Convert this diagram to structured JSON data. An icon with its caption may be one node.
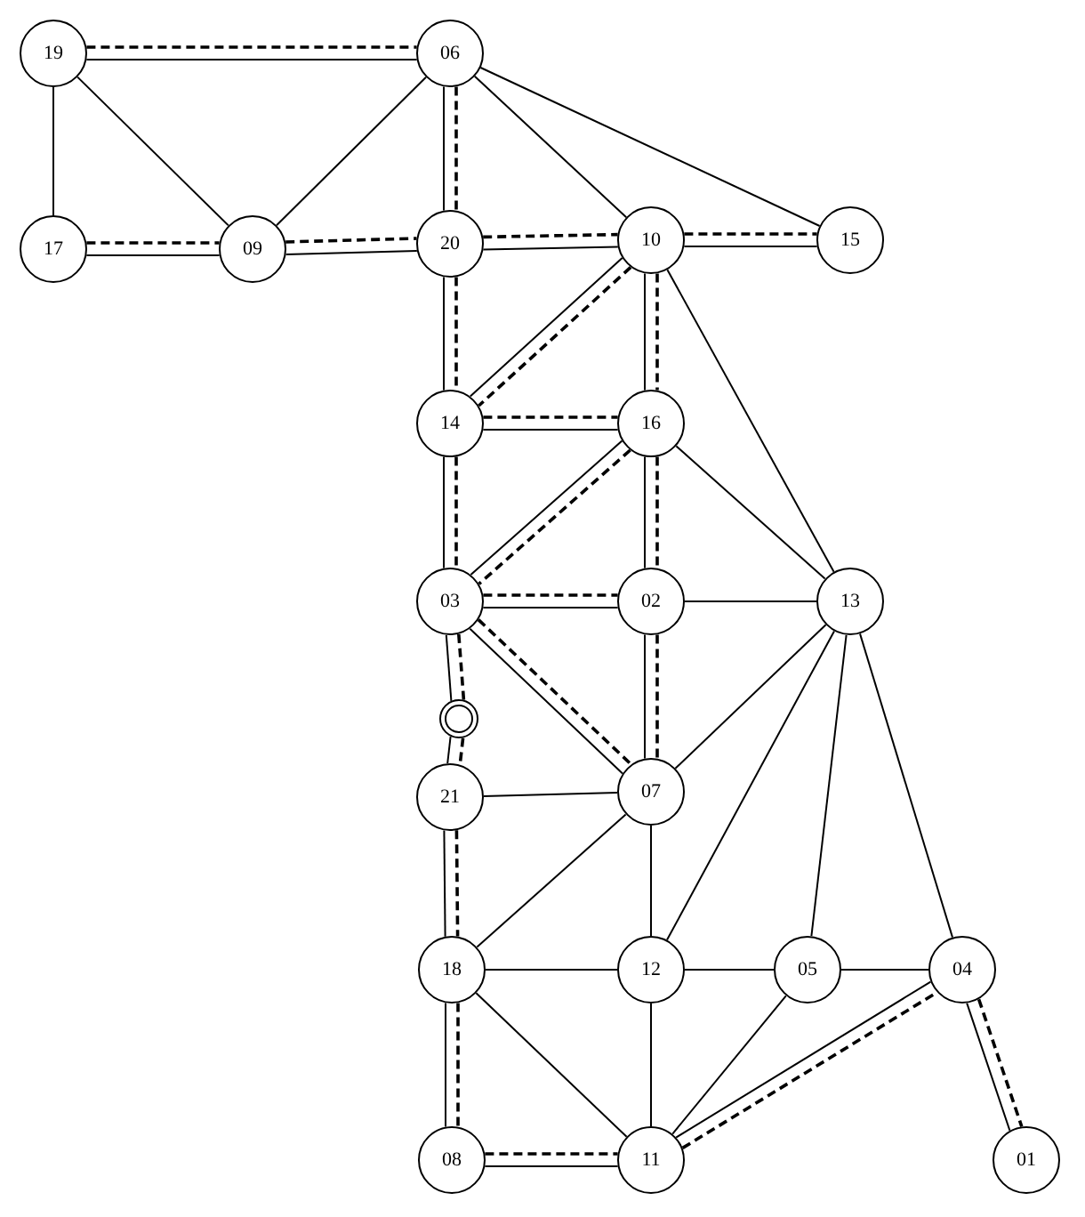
{
  "diagram": {
    "nodes": [
      {
        "text": [
          "19"
        ]
      },
      {
        "text": [
          "06"
        ]
      },
      {
        "text": [
          "17"
        ]
      },
      {
        "text": [
          "09"
        ]
      },
      {
        "text": [
          "20"
        ]
      },
      {
        "text": [
          "10"
        ]
      },
      {
        "text": [
          "15"
        ]
      },
      {
        "text": [
          "14"
        ]
      },
      {
        "text": [
          "16"
        ]
      },
      {
        "text": [
          "03"
        ]
      },
      {
        "text": [
          "02"
        ]
      },
      {
        "text": [
          "13"
        ]
      },
      {
        "text": [],
        "shape": "circle"
      },
      {
        "text": [
          "21"
        ]
      },
      {
        "text": [
          "07"
        ]
      },
      {
        "text": [
          "18"
        ]
      },
      {
        "text": [
          "12"
        ]
      },
      {
        "text": [
          "05"
        ]
      },
      {
        "text": [
          "04"
        ]
      },
      {
        "text": [
          "08"
        ]
      },
      {
        "text": [
          "11"
        ]
      },
      {
        "text": [
          "01"
        ]
      }
    ],
    "edges": [
      {
        "from": 0,
        "to": 1,
        "arrow": "none"
      },
      {
        "from": 0,
        "to": 1,
        "arrow": "none",
        "style": "dashed"
      },
      {
        "from": 0,
        "to": 2,
        "arrow": "none"
      },
      {
        "from": 0,
        "to": 3,
        "arrow": "none"
      },
      {
        "from": 1,
        "to": 3,
        "arrow": "none"
      },
      {
        "from": 1,
        "to": 4,
        "arrow": "none"
      },
      {
        "from": 1,
        "to": 4,
        "arrow": "none",
        "style": "dashed"
      },
      {
        "from": 1,
        "to": 5,
        "arrow": "none"
      },
      {
        "from": 1,
        "to": 6,
        "arrow": "none"
      },
      {
        "from": 2,
        "to": 3,
        "arrow": "none"
      },
      {
        "from": 2,
        "to": 3,
        "arrow": "none",
        "style": "dashed"
      },
      {
        "from": 3,
        "to": 4,
        "arrow": "none"
      },
      {
        "from": 3,
        "to": 4,
        "arrow": "none",
        "style": "dashed"
      },
      {
        "from": 4,
        "to": 5,
        "arrow": "none"
      },
      {
        "from": 4,
        "to": 5,
        "arrow": "none",
        "style": "dashed"
      },
      {
        "from": 5,
        "to": 6,
        "arrow": "none"
      },
      {
        "from": 5,
        "to": 6,
        "arrow": "none",
        "style": "dashed"
      },
      {
        "from": 4,
        "to": 7,
        "arrow": "none"
      },
      {
        "from": 4,
        "to": 7,
        "arrow": "none",
        "style": "dashed"
      },
      {
        "from": 5,
        "to": 7,
        "arrow": "none"
      },
      {
        "from": 5,
        "to": 7,
        "arrow": "none",
        "style": "dashed"
      },
      {
        "from": 5,
        "to": 8,
        "arrow": "none"
      },
      {
        "from": 5,
        "to": 8,
        "arrow": "none",
        "style": "dashed"
      },
      {
        "from": 5,
        "to": 11,
        "arrow": "none"
      },
      {
        "from": 7,
        "to": 8,
        "arrow": "none"
      },
      {
        "from": 7,
        "to": 8,
        "arrow": "none",
        "style": "dashed"
      },
      {
        "from": 7,
        "to": 9,
        "arrow": "none"
      },
      {
        "from": 7,
        "to": 9,
        "arrow": "none",
        "style": "dashed"
      },
      {
        "from": 8,
        "to": 9,
        "arrow": "none"
      },
      {
        "from": 8,
        "to": 9,
        "arrow": "none",
        "style": "dashed"
      },
      {
        "from": 8,
        "to": 10,
        "arrow": "none"
      },
      {
        "from": 8,
        "to": 10,
        "arrow": "none",
        "style": "dashed"
      },
      {
        "from": 8,
        "to": 11,
        "arrow": "none"
      },
      {
        "from": 9,
        "to": 10,
        "arrow": "none"
      },
      {
        "from": 9,
        "to": 10,
        "arrow": "none",
        "style": "dashed"
      },
      {
        "from": 9,
        "to": 14,
        "arrow": "none"
      },
      {
        "from": 9,
        "to": 14,
        "arrow": "none",
        "style": "dashed"
      },
      {
        "from": 9,
        "to": 12,
        "arrow": "none"
      },
      {
        "from": 9,
        "to": 12,
        "arrow": "none",
        "style": "dashed"
      },
      {
        "from": 10,
        "to": 11,
        "arrow": "none"
      },
      {
        "from": 10,
        "to": 14,
        "arrow": "none"
      },
      {
        "from": 10,
        "to": 14,
        "arrow": "none",
        "style": "dashed"
      },
      {
        "from": 11,
        "to": 14,
        "arrow": "none"
      },
      {
        "from": 11,
        "to": 16,
        "arrow": "none"
      },
      {
        "from": 11,
        "to": 17,
        "arrow": "none"
      },
      {
        "from": 11,
        "to": 18,
        "arrow": "none"
      },
      {
        "from": 12,
        "to": 13,
        "arrow": "none"
      },
      {
        "from": 12,
        "to": 13,
        "arrow": "none",
        "style": "dashed"
      },
      {
        "from": 13,
        "to": 14,
        "arrow": "none"
      },
      {
        "from": 13,
        "to": 15,
        "arrow": "none"
      },
      {
        "from": 13,
        "to": 15,
        "arrow": "none",
        "style": "dashed"
      },
      {
        "from": 14,
        "to": 15,
        "arrow": "none"
      },
      {
        "from": 14,
        "to": 16,
        "arrow": "none"
      },
      {
        "from": 15,
        "to": 16,
        "arrow": "none"
      },
      {
        "from": 15,
        "to": 19,
        "arrow": "none"
      },
      {
        "from": 15,
        "to": 19,
        "arrow": "none",
        "style": "dashed"
      },
      {
        "from": 15,
        "to": 20,
        "arrow": "none"
      },
      {
        "from": 16,
        "to": 17,
        "arrow": "none"
      },
      {
        "from": 16,
        "to": 20,
        "arrow": "none"
      },
      {
        "from": 17,
        "to": 18,
        "arrow": "none"
      },
      {
        "from": 17,
        "to": 20,
        "arrow": "none"
      },
      {
        "from": 19,
        "to": 20,
        "arrow": "none"
      },
      {
        "from": 19,
        "to": 20,
        "arrow": "none",
        "style": "dashed"
      },
      {
        "from": 20,
        "to": 18,
        "arrow": "none"
      },
      {
        "from": 20,
        "to": 18,
        "arrow": "none",
        "style": "dashed"
      },
      {
        "from": 18,
        "to": 21,
        "arrow": "none"
      },
      {
        "from": 18,
        "to": 21,
        "arrow": "none",
        "style": "dashed"
      }
    ]
  }
}
